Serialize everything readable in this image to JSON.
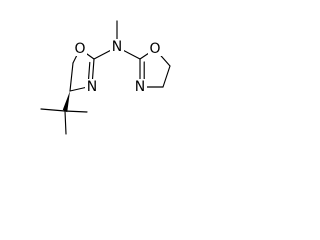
{
  "atoms": {
    "o_left": "O",
    "n_left": "N",
    "n_center": "N",
    "o_right": "O",
    "n_right": "N"
  },
  "colors": {
    "bond": "#000000",
    "label": "#000000",
    "background": "#ffffff"
  }
}
